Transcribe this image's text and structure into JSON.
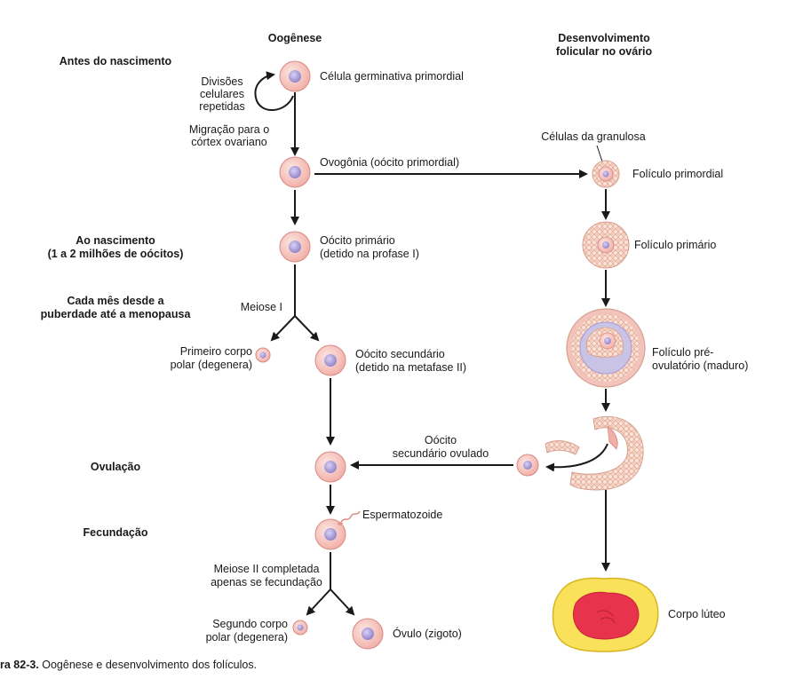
{
  "headers": {
    "oogenesis": "Oogênese",
    "follicular_line1": "Desenvolvimento",
    "follicular_line2": "folicular no ovário"
  },
  "stages": {
    "before_birth": "Antes do nascimento",
    "at_birth_line1": "Ao nascimento",
    "at_birth_line2": "(1 a 2 milhões de oócitos)",
    "monthly_line1": "Cada mês desde a",
    "monthly_line2": "puberdade até a menopausa",
    "ovulation": "Ovulação",
    "fertilization": "Fecundação"
  },
  "oogenesis": {
    "repeated_divisions": [
      "Divisões",
      "celulares",
      "repetidas"
    ],
    "primordial_germ_cell": "Célula germinativa primordial",
    "migration": [
      "Migração para o",
      "córtex ovariano"
    ],
    "oogonium": "Ovogônia (oócito primordial)",
    "primary_oocyte": [
      "Oócito primário",
      "(detido na profase I)"
    ],
    "meiosis1": "Meiose I",
    "first_polar_body": [
      "Primeiro corpo",
      "polar (degenera)"
    ],
    "secondary_oocyte": [
      "Oócito secundário",
      "(detido na metafase II)"
    ],
    "sperm": "Espermatozoide",
    "meiosis2": [
      "Meiose II completada",
      "apenas se fecundação"
    ],
    "second_polar_body": [
      "Segundo corpo",
      "polar (degenera)"
    ],
    "ovum": "Óvulo (zigoto)"
  },
  "follicle": {
    "granulosa_cells": "Células da granulosa",
    "primordial_follicle": "Folículo primordial",
    "primary_follicle": "Folículo primário",
    "preovulatory_follicle": [
      "Folículo pré-",
      "ovulatório (maduro)"
    ],
    "ovulated_oocyte": [
      "Oócito",
      "secundário ovulado"
    ],
    "corpus_luteum": "Corpo lúteo"
  },
  "caption": {
    "label": "ra 82-3.",
    "text": " Oogênese e desenvolvimento dos folículos."
  },
  "colors": {
    "cell_fill": "#f6c5c0",
    "cell_stroke": "#d98a82",
    "nucleus": "#a89ad6",
    "granulosa": "#f8d6c8",
    "antrum": "#c9c3e6",
    "luteum_yellow": "#f9e15a",
    "luteum_red": "#e8334c"
  }
}
